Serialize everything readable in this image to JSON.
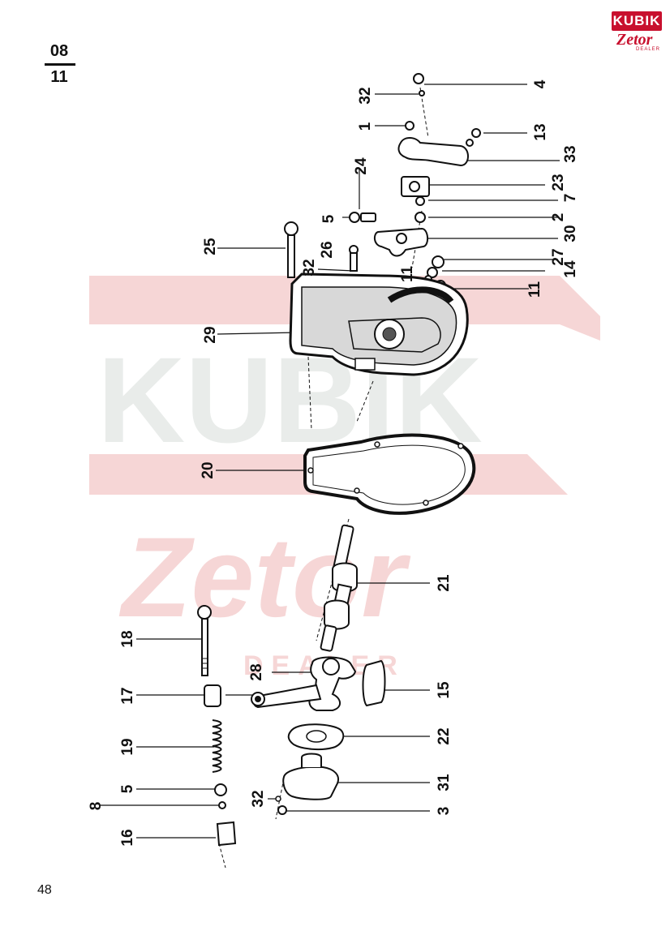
{
  "header": {
    "section_top": "08",
    "section_bottom": "11"
  },
  "logo": {
    "brand": "KUBIK",
    "script": "Zetor",
    "dealer": "DEALER"
  },
  "watermark": {
    "brand": "KUBIK",
    "script": "Zetor",
    "dealer": "DEALER"
  },
  "page_number": "48",
  "callouts": {
    "c4": "4",
    "c32a": "32",
    "c1": "1",
    "c13": "13",
    "c33": "33",
    "c24": "24",
    "c23": "23",
    "c7": "7",
    "c5a": "5",
    "c2": "2",
    "c30": "30",
    "c25": "25",
    "c26": "26",
    "c27": "27",
    "c32b": "32",
    "c11a": "11",
    "c14": "14",
    "c11b": "11",
    "c29": "29",
    "c20": "20",
    "c21": "21",
    "c18": "18",
    "c28": "28",
    "c17": "17",
    "c15": "15",
    "c19": "19",
    "c22": "22",
    "c5b": "5",
    "c31": "31",
    "c8": "8",
    "c32c": "32",
    "c3": "3",
    "c16": "16"
  },
  "colors": {
    "ink": "#111111",
    "brand_red": "#c8102e",
    "watermark_red": "#f6d6d6",
    "watermark_gray": "#e9ecea"
  }
}
